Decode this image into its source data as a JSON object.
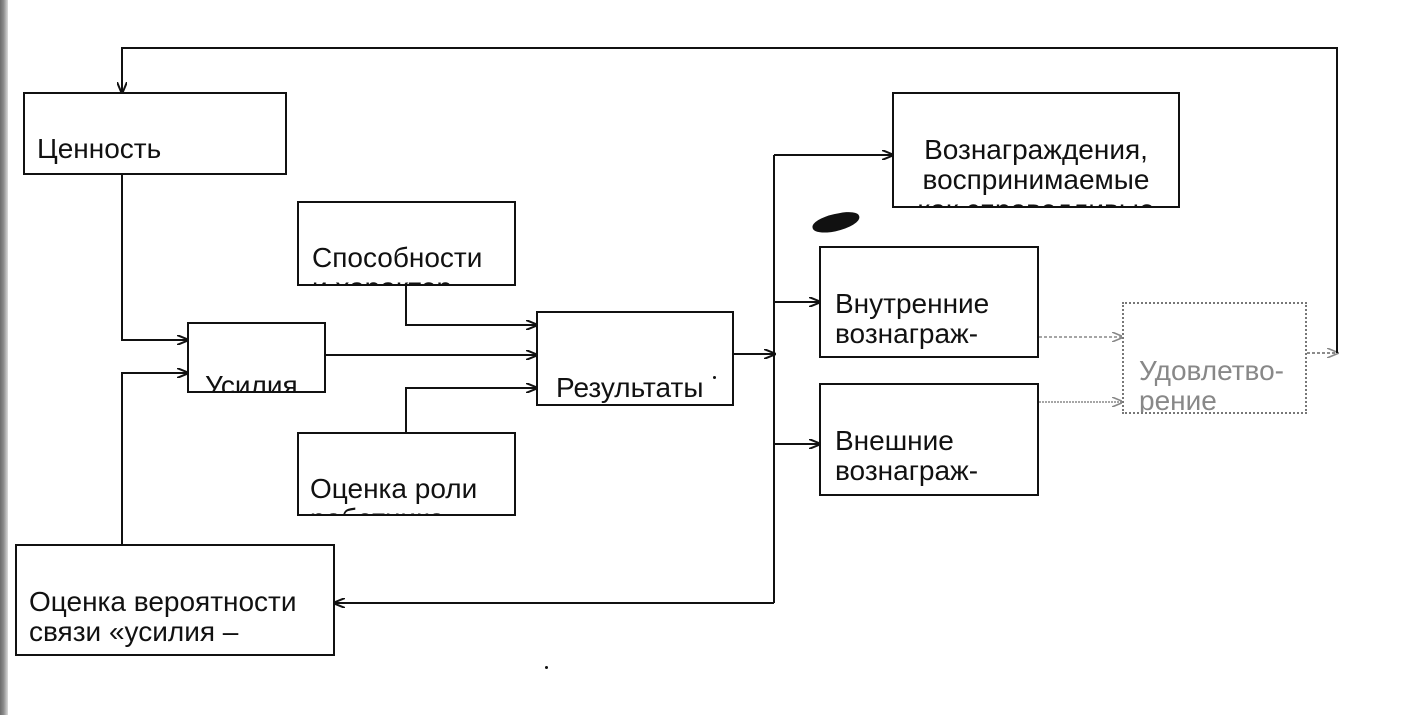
{
  "diagram": {
    "nodes": {
      "reward_value": {
        "label": "Ценность\nвознаграждения"
      },
      "abilities": {
        "label": "Способности\nи характер"
      },
      "effort": {
        "label": "Усилия"
      },
      "results": {
        "label": "Результаты"
      },
      "role_perception": {
        "label": "Оценка роли\nработника"
      },
      "probability": {
        "label": "Оценка вероятности\nсвязи «усилия –\nвознаграждения»"
      },
      "fair_rewards": {
        "label": "Вознаграждения,\nвоспринимаемые\nкак справедливые"
      },
      "internal_rewards": {
        "label": "Внутренние\nвознаграж-\nдения"
      },
      "external_rewards": {
        "label": "Внешние\nвознаграж-\nдения"
      },
      "satisfaction": {
        "label": "Удовлетво-\nрение"
      }
    }
  }
}
